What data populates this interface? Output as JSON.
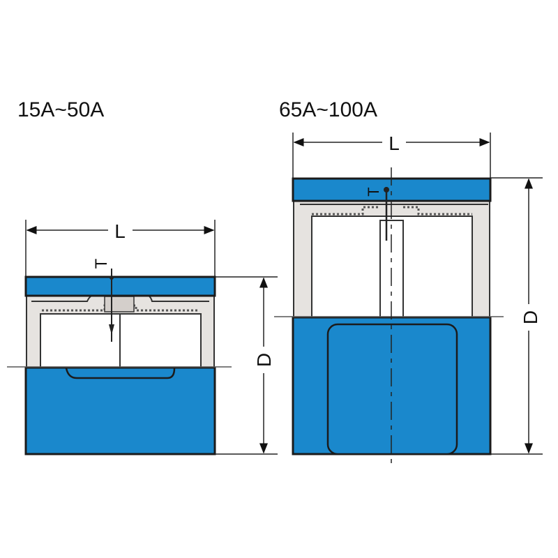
{
  "diagrams": [
    {
      "title": "15A~50A",
      "length_label": "L",
      "diameter_label": "D",
      "thickness_label": "T"
    },
    {
      "title": "65A~100A",
      "length_label": "L",
      "diameter_label": "D",
      "thickness_label": "T"
    }
  ],
  "colors": {
    "body": "#1a88cc",
    "line": "#1b1b1b",
    "inner": "#e6e3e0"
  }
}
